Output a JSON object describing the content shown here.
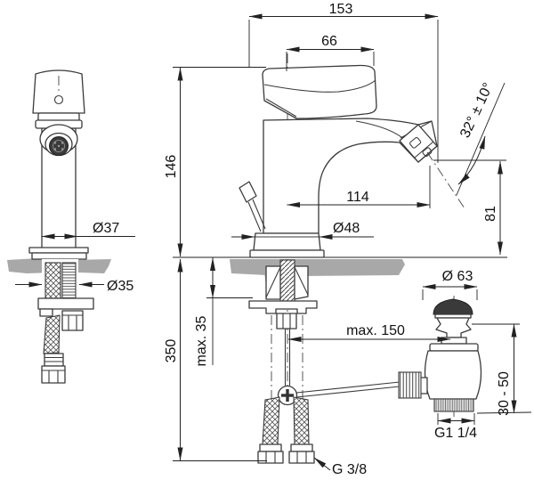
{
  "dimensions": {
    "overall_depth": "153",
    "handle_reach": "66",
    "body_height": "146",
    "body_diameter": "Ø37",
    "mounting_hole_diameter": "Ø35",
    "spout_reach": "114",
    "base_diameter": "Ø48",
    "spout_height": "81",
    "spout_angle": "32° ± 10°",
    "max_deck_thickness": "max. 35",
    "hose_length": "350",
    "max_rod_reach": "max. 150",
    "waste_cap_diameter": "Ø 63",
    "waste_height_range": "30 - 50",
    "waste_thread": "G1 1/4",
    "supply_thread": "G 3/8"
  },
  "colors": {
    "background": "#ffffff",
    "line": "#2e2e2e",
    "deck_gray": "#a8a8a8",
    "dark_fill": "#3a3a3a"
  }
}
